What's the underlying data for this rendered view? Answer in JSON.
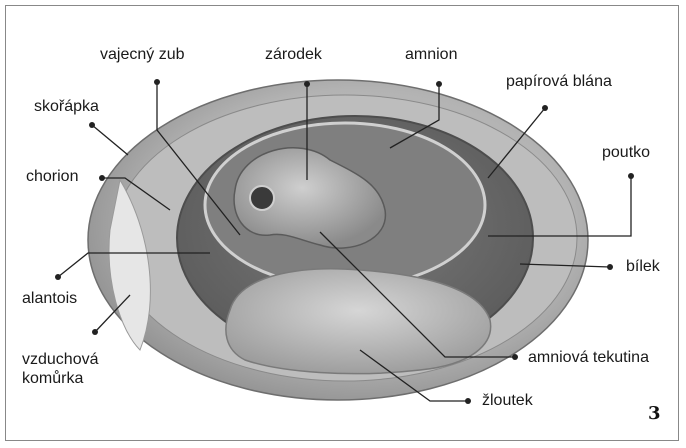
{
  "labels": {
    "egg_tooth": "vajecný zub",
    "embryo": "zárodek",
    "amnion": "amnion",
    "shell_membrane": "papírová blána",
    "shell": "skořápka",
    "chalaza": "poutko",
    "chorion": "chorion",
    "albumen": "bílek",
    "allantois": "alantois",
    "air_cell": "vzduchová komůrka",
    "amniotic_fluid": "amniová tekutina",
    "yolk": "žloutek"
  },
  "page_number": "3"
}
